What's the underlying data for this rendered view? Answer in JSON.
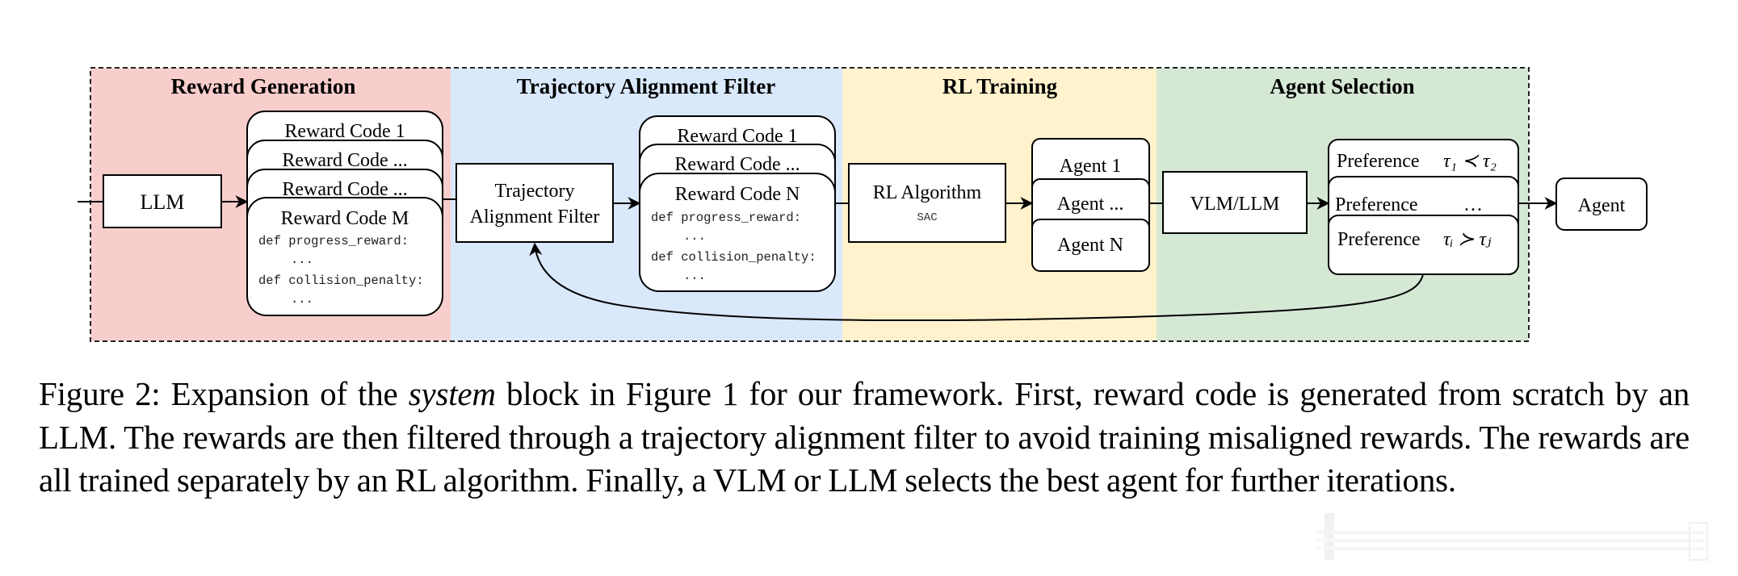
{
  "figure": {
    "sections": [
      {
        "title": "Reward Generation",
        "color": "#f8cecc"
      },
      {
        "title": "Trajectory Alignment Filter",
        "color": "#dae8fc"
      },
      {
        "title": "RL Training",
        "color": "#fff2cc"
      },
      {
        "title": "Agent Selection",
        "color": "#d5e8d4"
      }
    ],
    "llm_box": "LLM",
    "reward_stack_m": {
      "cards": [
        "Reward Code 1",
        "Reward Code ...",
        "Reward Code ...",
        "Reward Code M"
      ],
      "code_lines": [
        "def progress_reward:",
        "...",
        "def collision_penalty:",
        "..."
      ]
    },
    "filter_box": {
      "line1": "Trajectory",
      "line2": "Alignment Filter"
    },
    "reward_stack_n": {
      "cards": [
        "Reward Code 1",
        "Reward Code ...",
        "Reward Code N"
      ],
      "code_lines": [
        "def progress_reward:",
        "...",
        "def collision_penalty:",
        "..."
      ]
    },
    "rl_box": {
      "title": "RL Algorithm",
      "subtitle": "SAC"
    },
    "agents": [
      "Agent 1",
      "Agent ...",
      "Agent N"
    ],
    "selector_box": "VLM/LLM",
    "preferences": [
      {
        "label": "Preference",
        "relation": "τ₁ ≺ τ₂"
      },
      {
        "label": "Preference",
        "relation": "…"
      },
      {
        "label": "Preference",
        "relation": "τᵢ ≻ τⱼ"
      }
    ],
    "output_box": "Agent"
  },
  "caption": {
    "label": "Figure 2:",
    "text_before_italic": " Expansion of the ",
    "italic": "system",
    "text_after_italic": " block in Figure 1 for our framework. First, reward code is generated from scratch by an LLM. The rewards are then filtered through a trajectory alignment filter to avoid training misaligned rewards. The rewards are all trained separately by an RL algorithm. Finally, a VLM or LLM selects the best agent for further iterations."
  }
}
